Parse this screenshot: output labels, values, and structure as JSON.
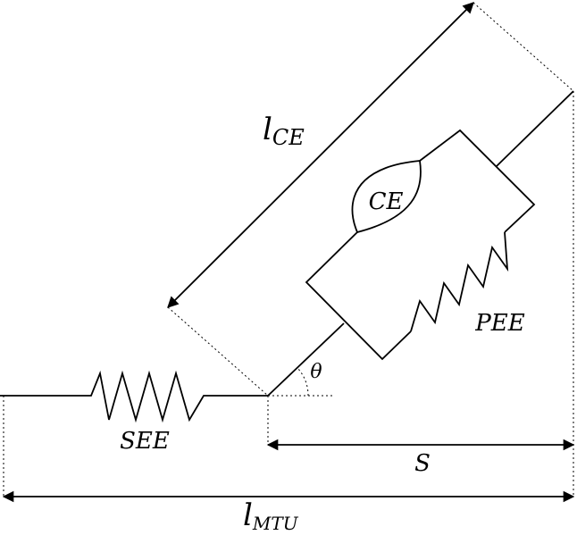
{
  "labels": {
    "l_ce_main": "l",
    "l_ce_sub": "CE",
    "ce": "CE",
    "pee": "PEE",
    "see": "SEE",
    "theta": "θ",
    "s": "S",
    "l_mtu_main": "l",
    "l_mtu_sub": "MTU"
  },
  "colors": {
    "stroke": "#000000",
    "background": "#ffffff"
  }
}
